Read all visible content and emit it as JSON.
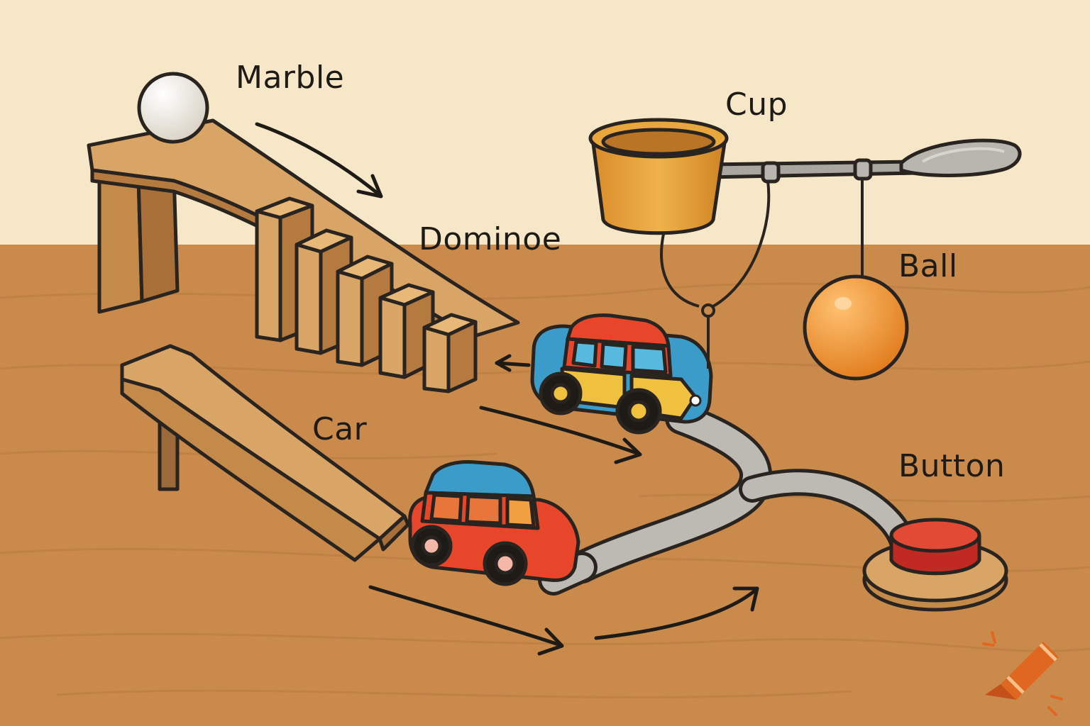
{
  "labels": {
    "marble": "Marble",
    "cup": "Cup",
    "dominoe": "Dominoe",
    "ball": "Ball",
    "car": "Car",
    "button": "Button"
  },
  "colors": {
    "wall": "#f6e7c8",
    "table": "#c98a4b",
    "wood": "#d9a566",
    "outline": "#2a2420",
    "cup": "#e8a63c",
    "ball": "#f1952c",
    "car_red": "#e8462a",
    "car_blue": "#3b9cc9",
    "car_yellow": "#efc13f",
    "track": "#b9b6b0",
    "button_red": "#d8342a",
    "crayon": "#e0671f"
  },
  "icons": {
    "watermark": "crayon-icon"
  }
}
